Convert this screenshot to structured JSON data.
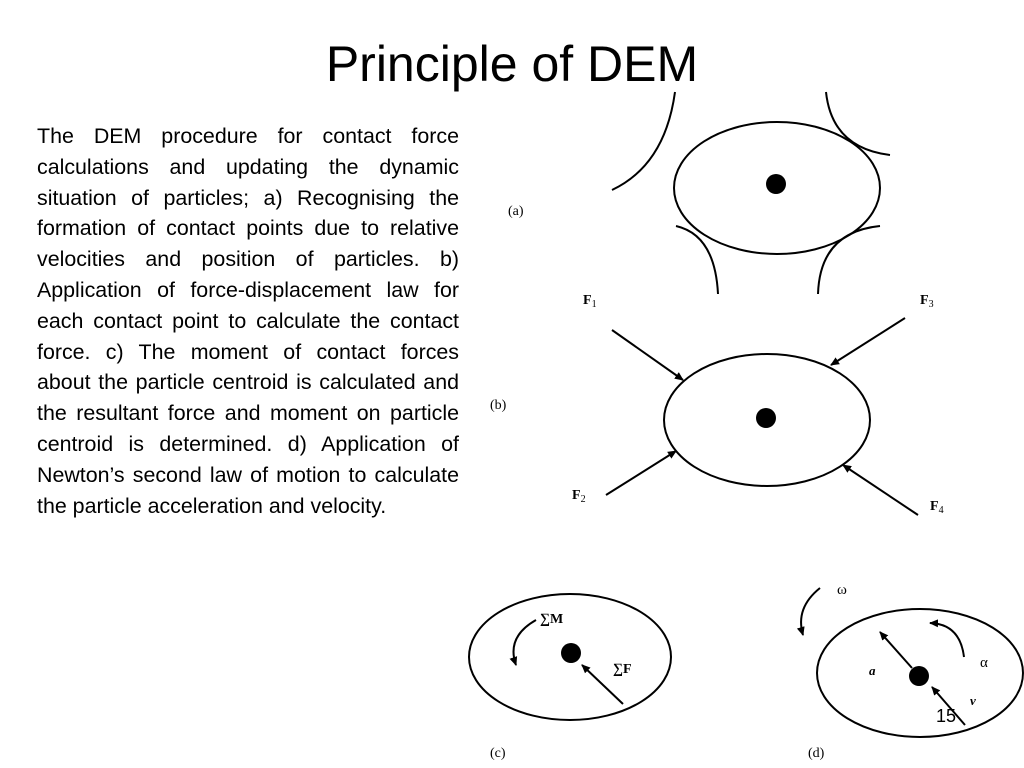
{
  "slide": {
    "title": "Principle of DEM",
    "body": "The DEM procedure for contact force calculations and updating the dynamic situation of particles; a) Recognising the formation of contact points due to relative velocities and position of particles. b) Application of force-displacement law for each contact point to calculate the contact force. c) The moment of contact forces about the particle centroid is calculated and the resultant force and moment on particle centroid is determined. d) Application of Newton’s second law of motion to calculate the particle acceleration and velocity.",
    "slide_number": "15"
  },
  "diagram": {
    "panel_a": {
      "label": "(a)"
    },
    "panel_b": {
      "label": "(b)",
      "forces": [
        {
          "name": "F",
          "sub": "1"
        },
        {
          "name": "F",
          "sub": "2"
        },
        {
          "name": "F",
          "sub": "3"
        },
        {
          "name": "F",
          "sub": "4"
        }
      ]
    },
    "panel_c": {
      "label": "(c)",
      "moment": "∑M",
      "force": "∑F"
    },
    "panel_d": {
      "label": "(d)",
      "omega": "ω",
      "alpha": "α",
      "accel": "a",
      "vel": "v"
    }
  }
}
